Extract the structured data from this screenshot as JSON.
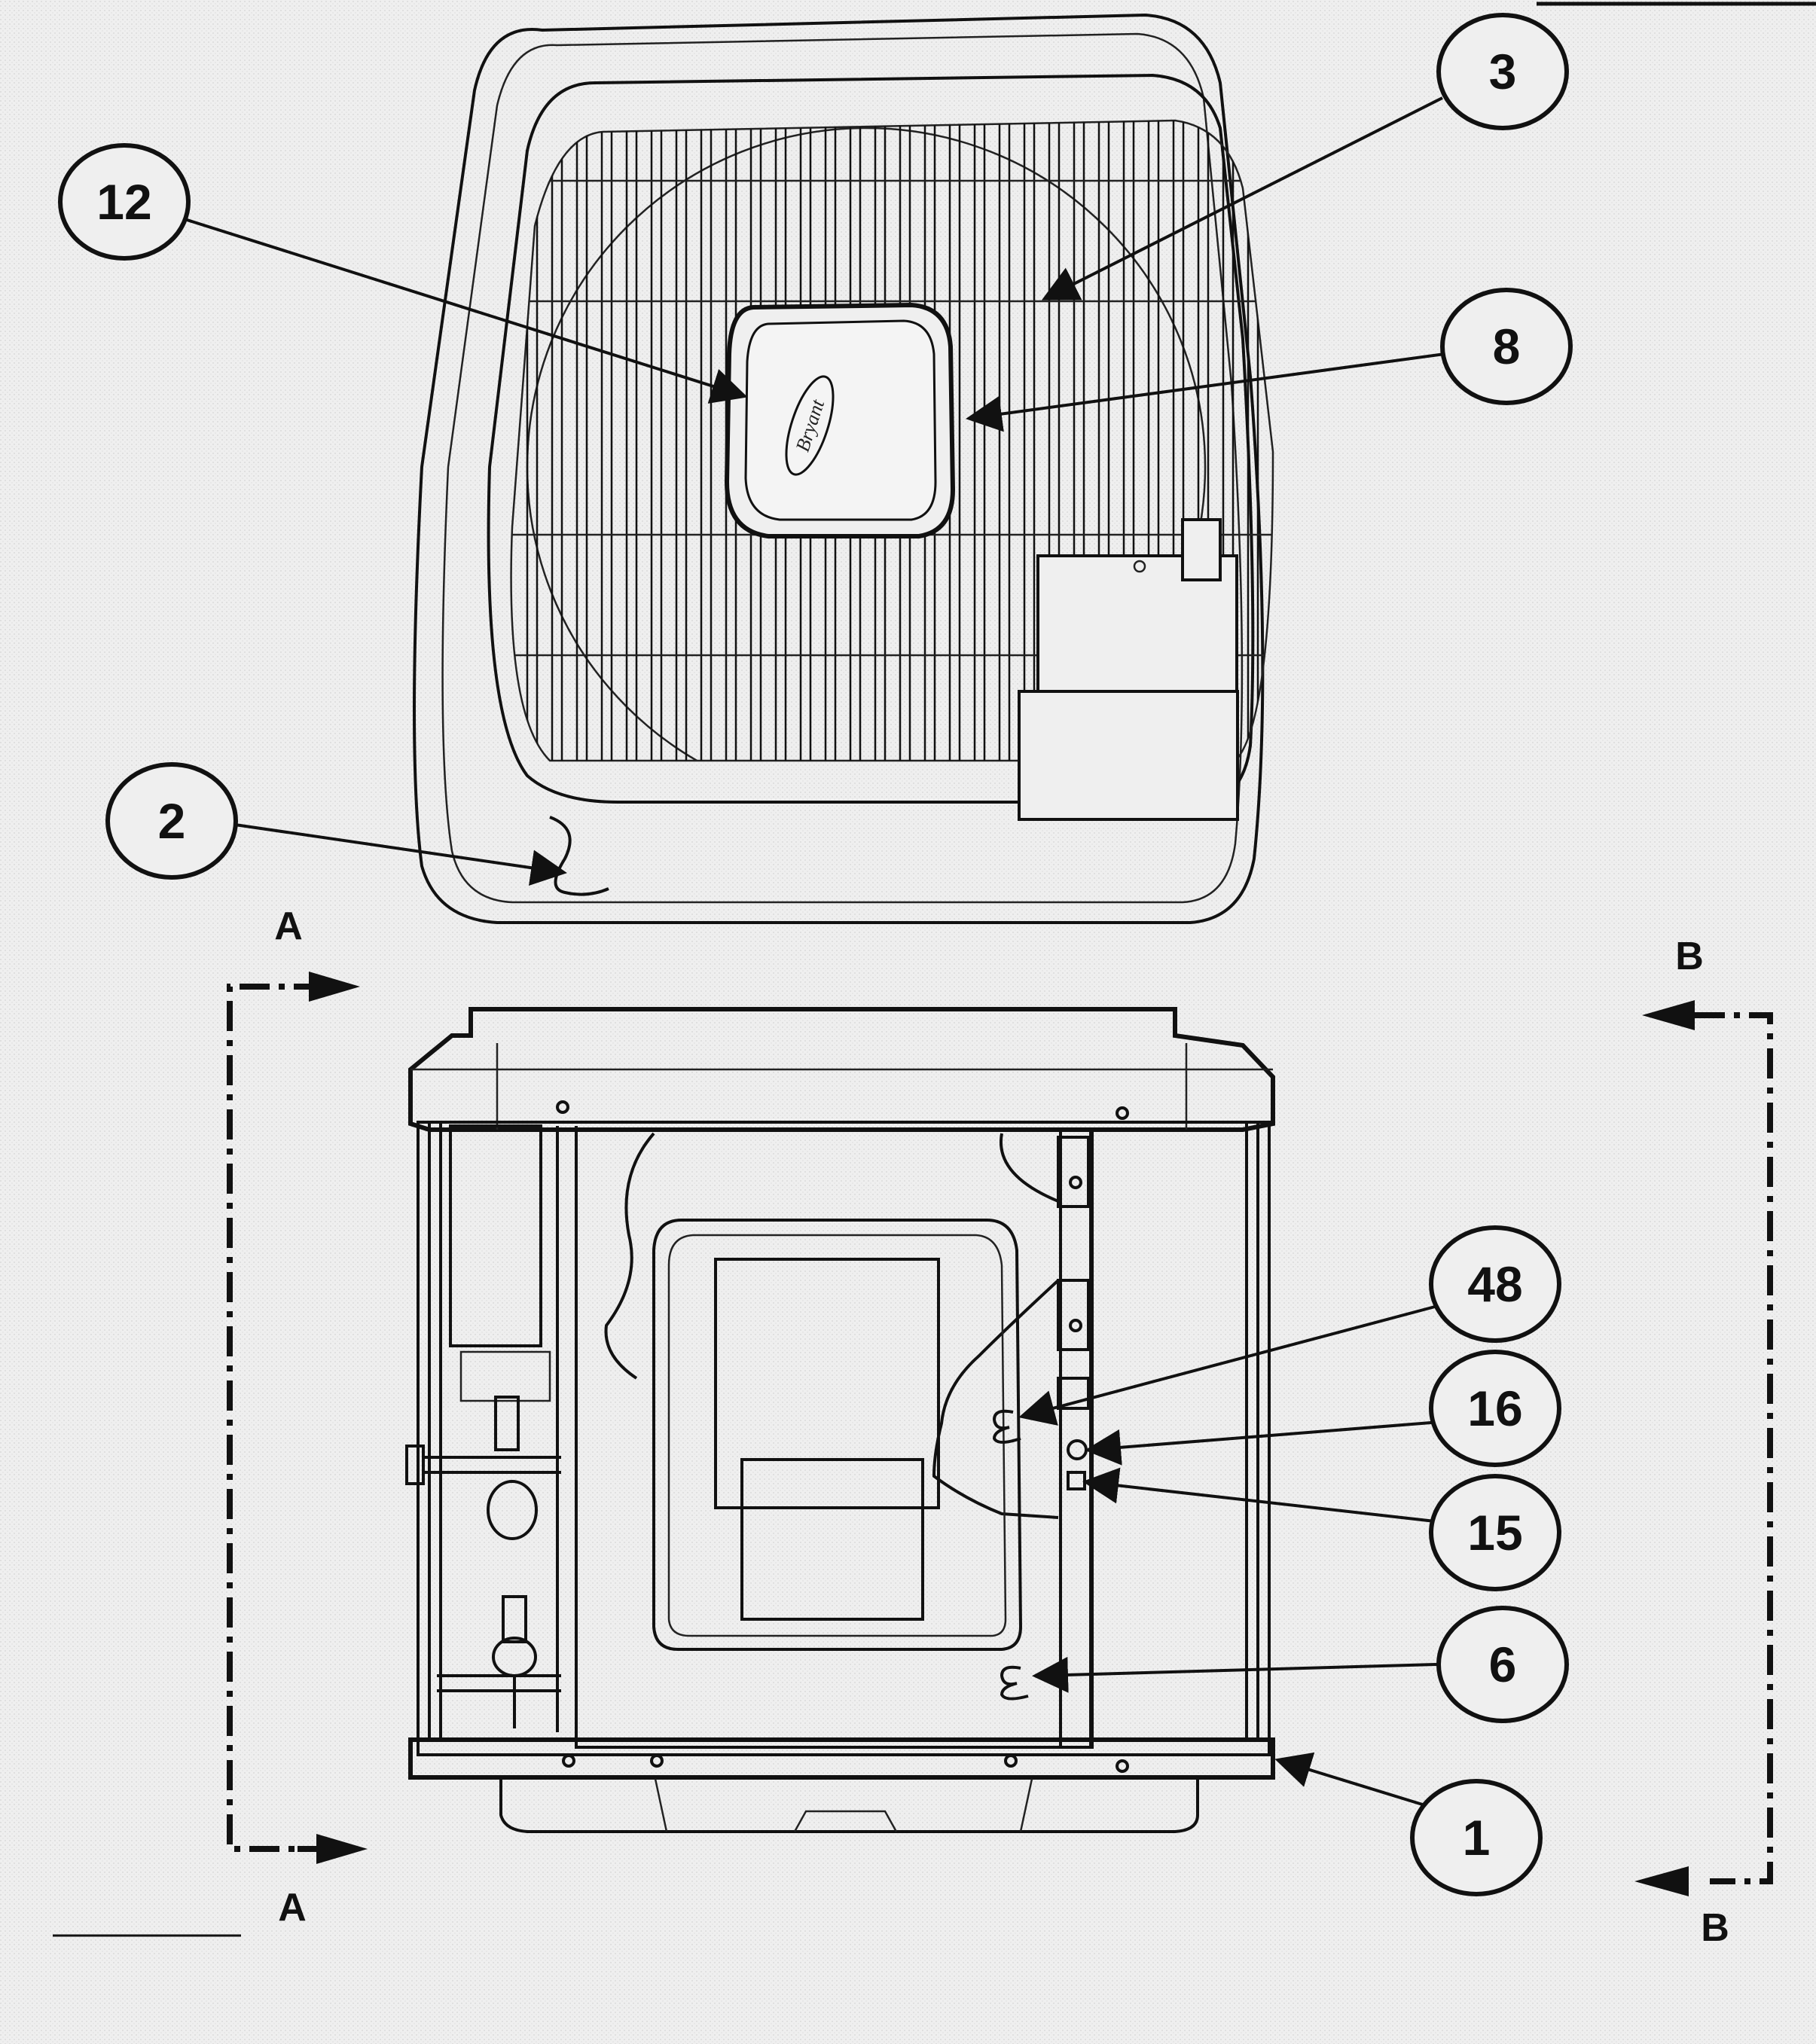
{
  "callouts": [
    {
      "id": "12",
      "label": "12"
    },
    {
      "id": "3",
      "label": "3"
    },
    {
      "id": "8",
      "label": "8"
    },
    {
      "id": "2",
      "label": "2"
    },
    {
      "id": "48",
      "label": "48"
    },
    {
      "id": "16",
      "label": "16"
    },
    {
      "id": "15",
      "label": "15"
    },
    {
      "id": "6",
      "label": "6"
    },
    {
      "id": "1",
      "label": "1"
    }
  ],
  "section_markers": {
    "a_top": "A",
    "a_bottom": "A",
    "b_top": "B",
    "b_bottom": "B"
  },
  "logo": {
    "text": "Bryant"
  },
  "colors": {
    "ink": "#111111",
    "paper": "#efefef"
  }
}
